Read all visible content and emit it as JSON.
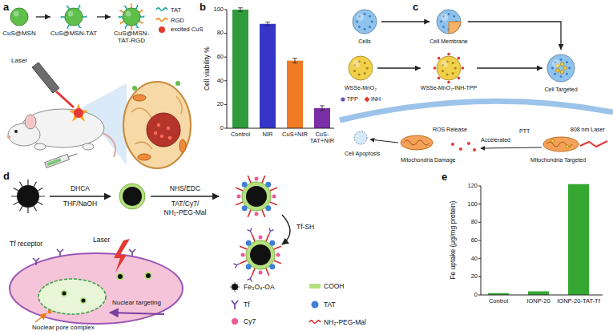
{
  "diagram": {
    "nodes": [
      {
        "text": [
          "CuS@MSN"
        ]
      },
      {
        "text": [
          "CuS@MSN-TAT"
        ]
      },
      {
        "text": [
          "CuS@MSN-TAT-RGD"
        ]
      },
      {
        "text": [
          "Cells"
        ]
      },
      {
        "text": [
          "Cell Membrane"
        ]
      },
      {
        "text": [
          "Cell Targeted"
        ]
      },
      {
        "text": [
          "WSSe-MnO₂"
        ]
      },
      {
        "text": [
          "WSSe-MnO₂-INH-TPP"
        ]
      }
    ],
    "edges": [
      {
        "from": 0,
        "to": 1,
        "arrow": "to"
      },
      {
        "from": 1,
        "to": 2,
        "arrow": "to"
      },
      {
        "from": 3,
        "to": 4,
        "arrow": "to"
      },
      {
        "from": 4,
        "to": 5,
        "arrow": "to"
      },
      {
        "from": 6,
        "to": 7,
        "arrow": "to"
      },
      {
        "from": 7,
        "to": 5,
        "arrow": "to"
      }
    ],
    "labels": [
      "a",
      "Laser",
      "b",
      "Cell viability %",
      "0",
      "20",
      "40",
      "60",
      "80",
      "100",
      "Control",
      "NIR",
      "CuS+NIR",
      "CuS-TAT+NIR",
      "c",
      "TPP",
      "INH",
      "Cell Apoptosis",
      "Mitochondria Damage",
      "ROS Release",
      "Accelerated",
      "Mitochondria Targeted",
      "PTT",
      "808 nm Laser",
      "d",
      "DHCA",
      "THF/NaOH",
      "NHS/EDC",
      "TAT/Cy7/",
      "NH₂-PEG-Mal",
      "Tf-SH",
      "Laser",
      "Tf receptor",
      "Nuclear targeting",
      "Nuclear pore complex",
      "e",
      "Fe uptake (μg/mg protein)",
      "0",
      "20",
      "40",
      "60",
      "80",
      "100",
      "120",
      "Control",
      "IONP-20",
      "IONP-20-TAT-Tf"
    ],
    "legend": [
      {
        "text": "TAT"
      },
      {
        "text": "RGD"
      },
      {
        "text": "excited CuS",
        "color": "#e23b2e"
      },
      {
        "text": "Fe₃O₄-OA"
      },
      {
        "text": "COOH",
        "color": "#b5e07e"
      },
      {
        "text": "Tf"
      },
      {
        "text": "TAT"
      },
      {
        "text": "Cy7",
        "color": "#ec5a9a"
      },
      {
        "text": "NH₂-PEG-Mal"
      }
    ]
  }
}
